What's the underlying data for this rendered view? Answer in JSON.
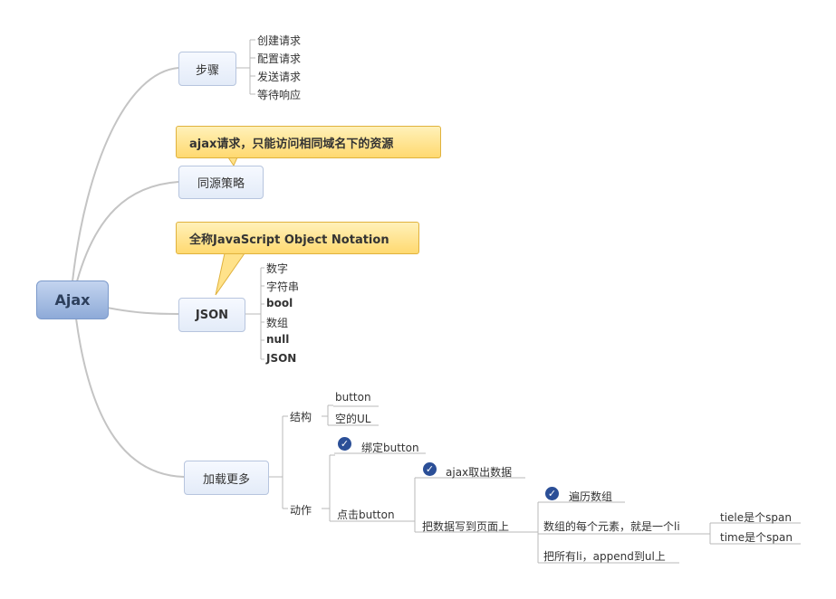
{
  "root": "Ajax",
  "steps": {
    "label": "步骤",
    "items": [
      "创建请求",
      "配置请求",
      "发送请求",
      "等待响应"
    ]
  },
  "same_origin": {
    "label": "同源策略",
    "note": "ajax请求，只能访问相同域名下的资源"
  },
  "json": {
    "label": "JSON",
    "note": "全称JavaScript Object Notation",
    "items": [
      "数字",
      "字符串",
      "bool",
      "数组",
      "null",
      "JSON"
    ]
  },
  "load_more": {
    "label": "加载更多",
    "structure": {
      "label": "结构",
      "items": [
        "button",
        "空的UL"
      ]
    },
    "action": {
      "label": "动作",
      "bind_button": "绑定button",
      "click_button": "点击button",
      "fetch_data": "ajax取出数据",
      "write_data": "把数据写到页面上",
      "traverse": "遍历数组",
      "each_element": "数组的每个元素，就是一个li",
      "title_span": "tiele是个span",
      "time_span": "time是个span",
      "append_all": "把所有li，append到ul上"
    }
  }
}
